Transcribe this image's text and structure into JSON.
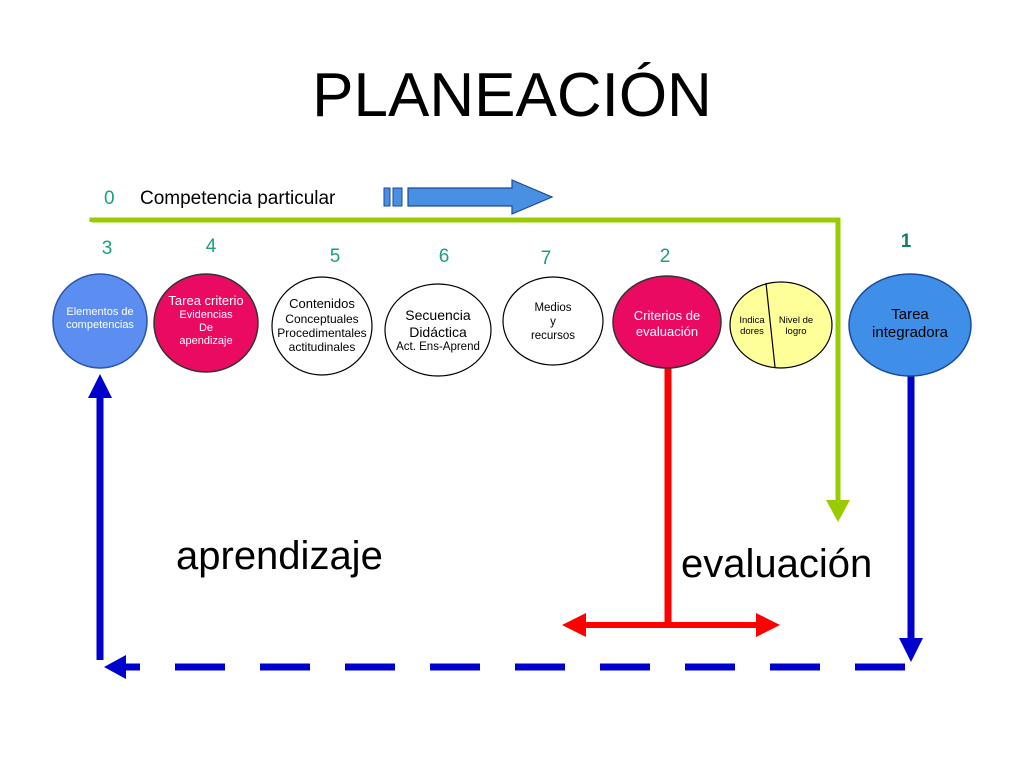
{
  "title": "PLANEACIÓN",
  "competencia": {
    "number": "0",
    "label": "Competencia particular"
  },
  "numbers": {
    "n3": "3",
    "n4": "4",
    "n5": "5",
    "n6": "6",
    "n7": "7",
    "n2": "2",
    "n1": "1"
  },
  "nodes": {
    "elementos": {
      "line1": "Elementos de",
      "line2": "competencias"
    },
    "tarea_criterio": {
      "line1": "Tarea criterio",
      "line2": "Evidencias",
      "line3": "De",
      "line4": "apendizaje"
    },
    "contenidos": {
      "line1": "Contenidos",
      "line2": "Conceptuales",
      "line3": "Procedimentales",
      "line4": "actitudinales"
    },
    "secuencia": {
      "line1": "Secuencia",
      "line2": "Didáctica",
      "line3": "Act. Ens-Aprend"
    },
    "medios": {
      "line1": "Medios",
      "line2": "y",
      "line3": "recursos"
    },
    "criterios": {
      "line1": "Criterios de",
      "line2": "evaluación"
    },
    "indicadores": {
      "left1": "Indica",
      "left2": "dores",
      "right1": "Nivel de",
      "right2": "logro"
    },
    "tarea_integradora": {
      "line1": "Tarea",
      "line2": "integradora"
    }
  },
  "labels": {
    "aprendizaje": "aprendizaje",
    "evaluacion": "evaluación"
  },
  "colors": {
    "blue_node": "#5b8ef0",
    "pink_node": "#ea0a62",
    "yellow_node": "#ffff99",
    "blue_node2": "#3f8ee8",
    "green_line": "#99cc00",
    "red_line": "#ff0000",
    "blue_line": "#0000cc",
    "block_arrow": "#4a90e2"
  }
}
